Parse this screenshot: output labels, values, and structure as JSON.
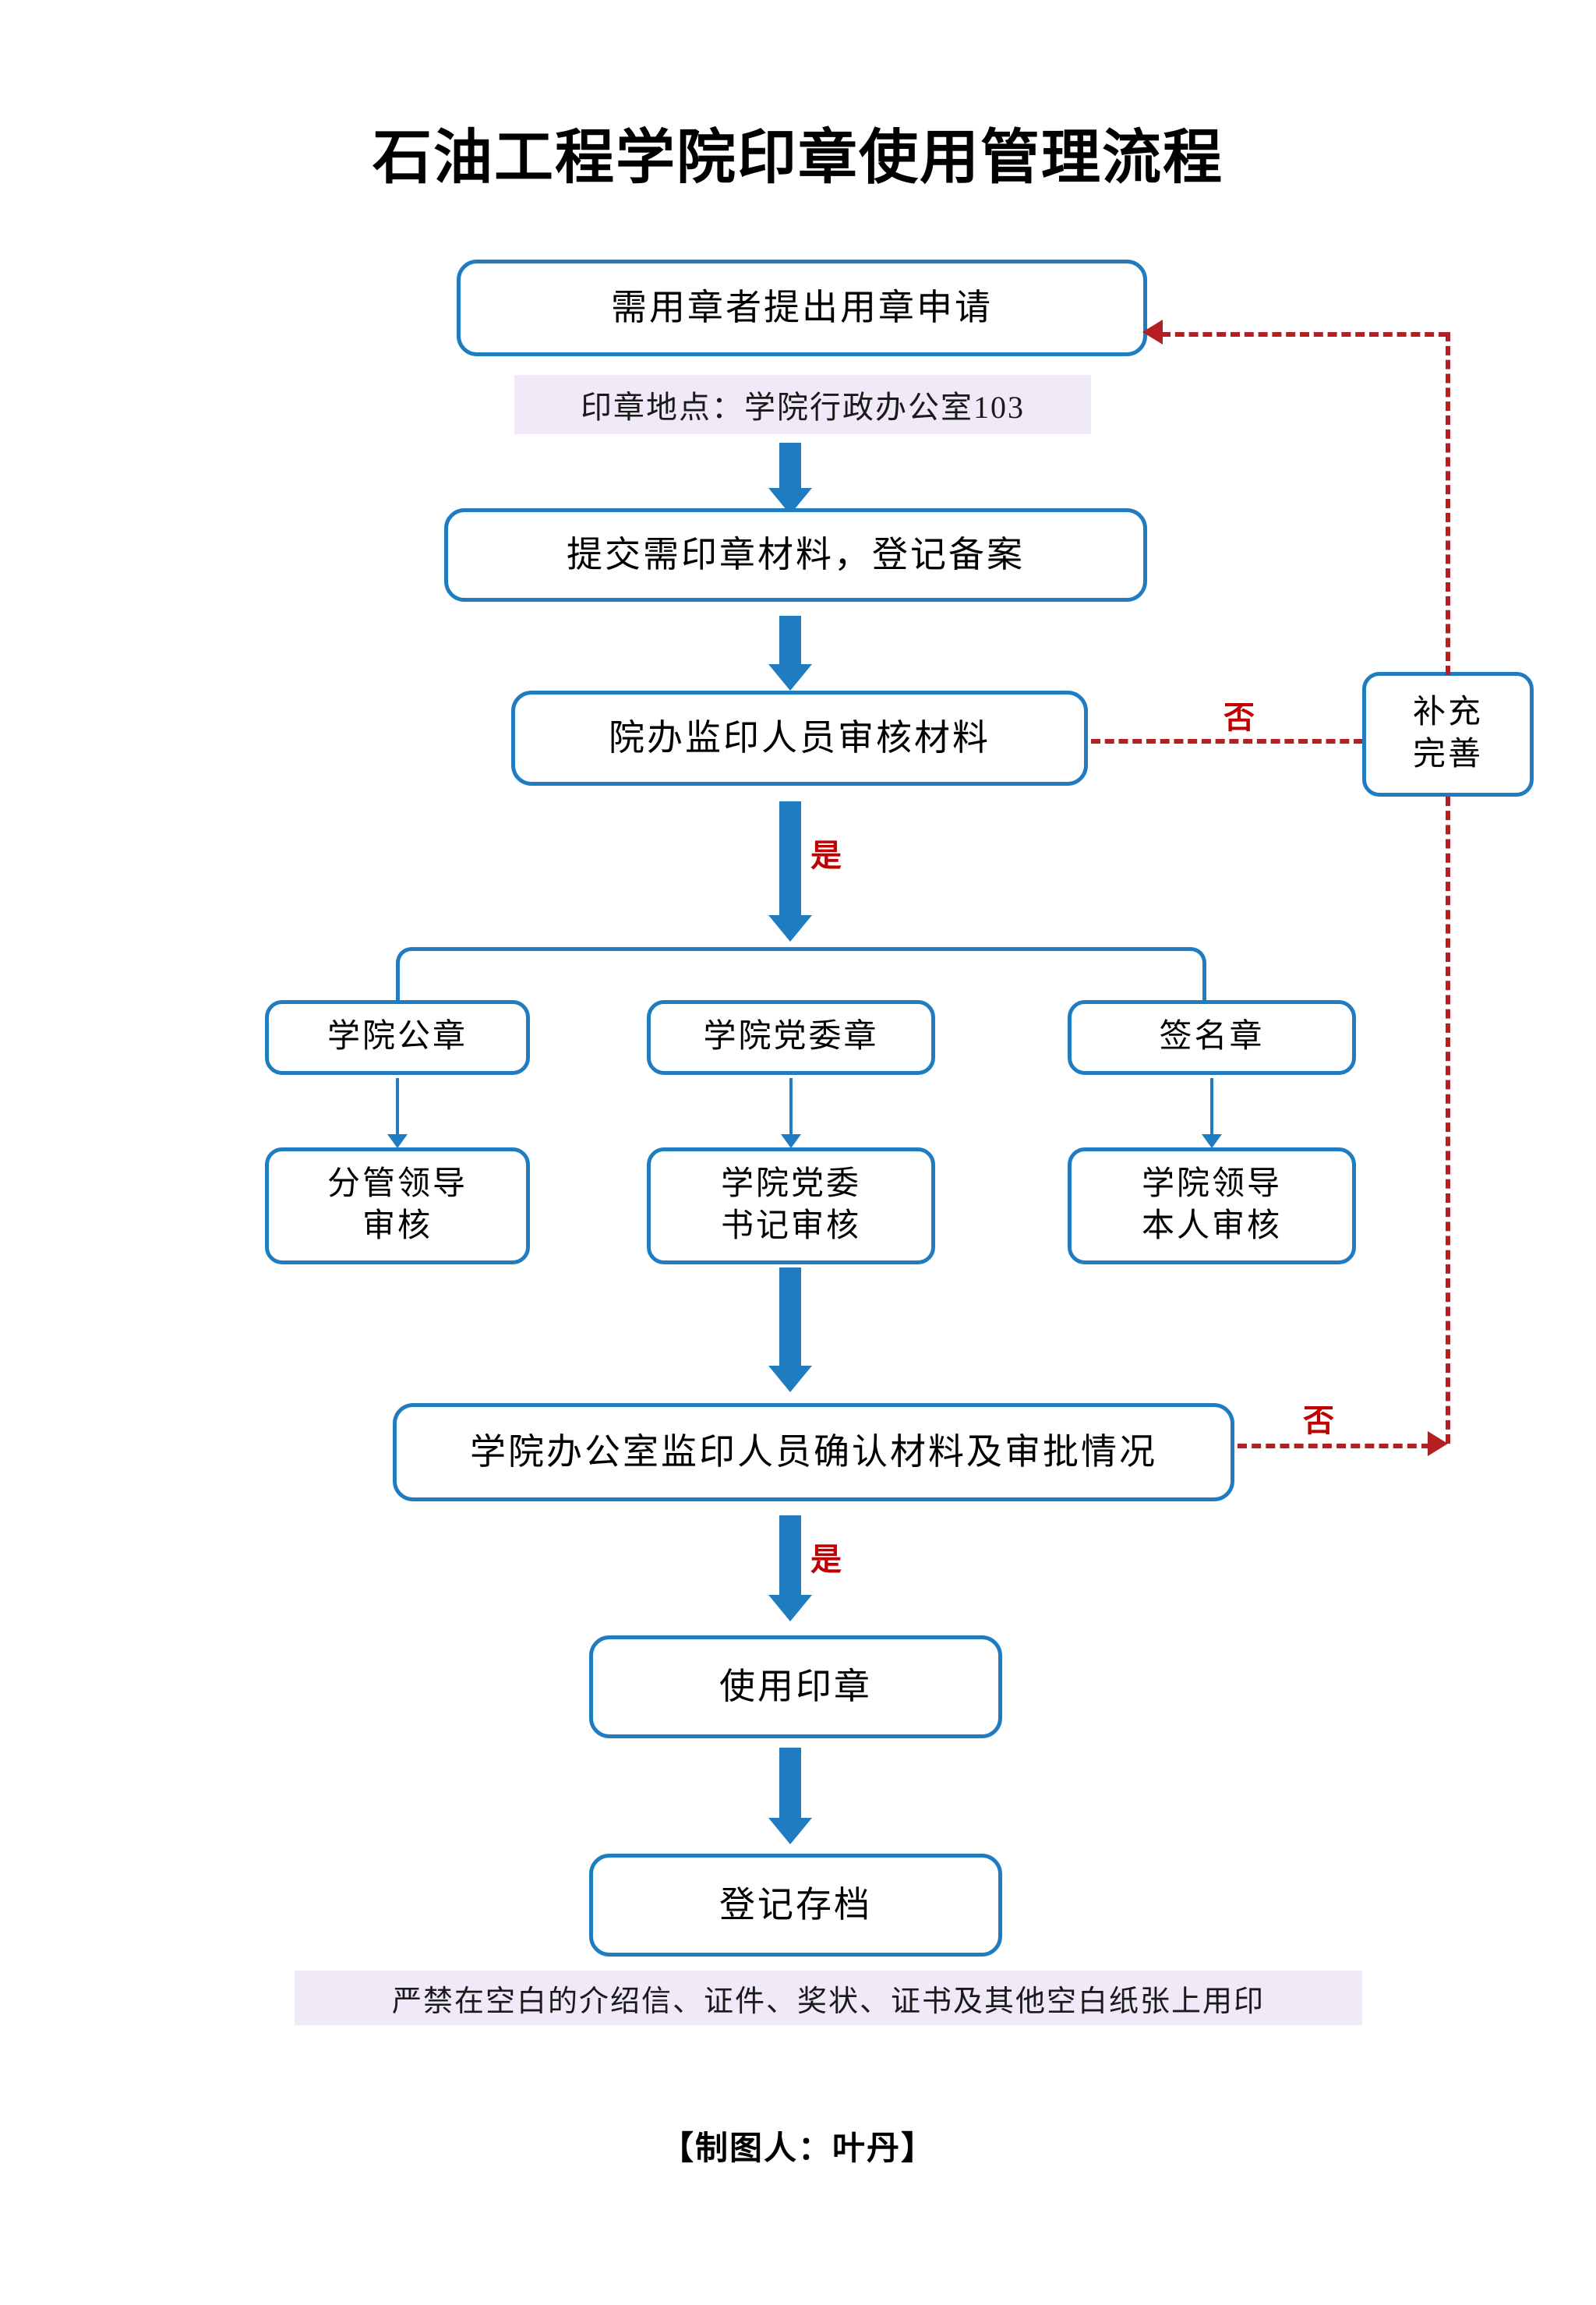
{
  "document": {
    "title": "石油工程学院印章使用管理流程",
    "credit": "【制图人：叶丹】"
  },
  "colors": {
    "node_border": "#1f7cc0",
    "arrow_blue": "#1f7cc0",
    "dashed_red": "#b41f24",
    "label_red": "#c00000",
    "note_background": "#efe9f8",
    "text": "#000000",
    "page_background": "#ffffff"
  },
  "notes": {
    "seal_location": "印章地点：学院行政办公室103",
    "warning": "严禁在空白的介绍信、证件、奖状、证书及其他空白纸张上用印"
  },
  "labels": {
    "no_1": "否",
    "no_2": "否",
    "yes_1": "是",
    "yes_2": "是"
  },
  "nodes": {
    "apply": "需用章者提出用章申请",
    "submit": "提交需印章材料，登记备案",
    "office_review": "院办监印人员审核材料",
    "supplement": "补充\n完善",
    "seal_public": "学院公章",
    "seal_party": "学院党委章",
    "seal_signature": "签名章",
    "approve_public": "分管领导\n审核",
    "approve_party": "学院党委\n书记审核",
    "approve_signature": "学院领导\n本人审核",
    "confirm": "学院办公室监印人员确认材料及审批情况",
    "use_seal": "使用印章",
    "archive": "登记存档"
  },
  "chart_data": {
    "type": "diagram",
    "title": "石油工程学院印章使用管理流程",
    "steps": [
      "需用章者提出用章申请",
      "提交需印章材料，登记备案",
      "院办监印人员审核材料",
      "学院公章 / 学院党委章 / 签名章",
      "分管领导审核 / 学院党委书记审核 / 学院领导本人审核",
      "学院办公室监印人员确认材料及审批情况",
      "使用印章",
      "登记存档"
    ],
    "decisions": [
      {
        "from": "院办监印人员审核材料",
        "yes": "学院公章 / 学院党委章 / 签名章",
        "no": "补充完善"
      },
      {
        "from": "学院办公室监印人员确认材料及审批情况",
        "yes": "使用印章",
        "no": "补充完善"
      }
    ],
    "feedback_loop": "补充完善 → 需用章者提出用章申请"
  }
}
